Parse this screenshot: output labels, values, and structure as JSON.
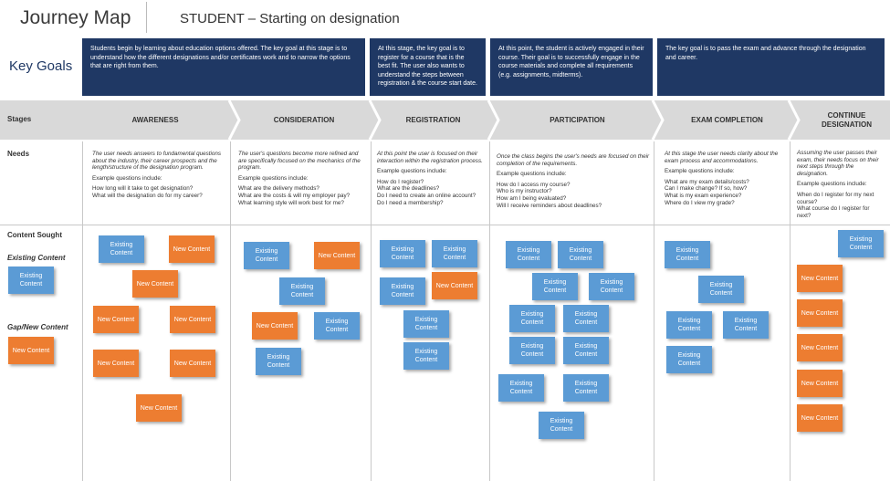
{
  "header": {
    "title": "Journey Map",
    "subtitle": "STUDENT – Starting on designation"
  },
  "key_goals": {
    "label": "Key Goals",
    "goals": [
      "Students begin by learning about education options offered. The key goal at this stage is to understand how the different designations and/or certificates work and to narrow the options that are right from them.",
      "At this stage, the key goal is to register for a course that is the best fit. The user also wants to understand the steps between registration & the course start date.",
      "At this point, the student is actively engaged in their course. Their goal is to successfully engage in the course materials and complete all requirements (e.g. assignments, midterms).",
      "The key goal is to pass the exam and advance through the designation and career."
    ]
  },
  "stages": {
    "label": "Stages",
    "items": [
      "AWARENESS",
      "CONSIDERATION",
      "REGISTRATION",
      "PARTICIPATION",
      "EXAM COMPLETION",
      "CONTINUE DESIGNATION"
    ]
  },
  "needs": {
    "label": "Needs",
    "columns": [
      {
        "desc": "The user needs answers to fundamental questions about the industry, their career prospects and the length/structure of the designation program.",
        "example": "Example questions include:",
        "questions": "How long will it take to get designation?\nWhat will the designation do for my career?"
      },
      {
        "desc": "The user's questions become more refined and are specifically focused on the mechanics of the program.",
        "example": "Example questions include:",
        "questions": "What are the delivery methods?\nWhat are the costs & will my employer pay?\nWhat learning style will work best for me?"
      },
      {
        "desc": "At this point the user is focused on their interaction within the registration process.",
        "example": "Example questions include:",
        "questions": "How do I register?\nWhat are the deadlines?\nDo I need to create an online account?\nDo I need a membership?"
      },
      {
        "desc": "Once the class begins the user's needs are focused on their completion of the requirements.",
        "example": "Example questions include:",
        "questions": "How do I access my course?\nWho is my instructor?\nHow am I being evaluated?\nWill I receive reminders about deadlines?"
      },
      {
        "desc": "At this stage the user needs clarity about the exam process and accommodations.",
        "example": "Example questions include:",
        "questions": "What are my exam details/costs?\nCan I make change? If so, how?\nWhat is my exam experience?\nWhere do I view my grade?"
      },
      {
        "desc": "Assuming the user passes their exam, their needs focus on their next steps through the designation.",
        "example": "Example questions include:",
        "questions": "When do I register for my next course?\nWhat course do I register for next?"
      }
    ]
  },
  "content": {
    "label": "Content Sought",
    "existing_label": "Existing Content",
    "new_label": "Gap/New Content",
    "existing_card": "Existing Content",
    "new_card": "New Content"
  },
  "colors": {
    "goal_bg": "#1f3864",
    "existing": "#5b9bd5",
    "new": "#ed7d31",
    "stage_band": "#d9d9d9"
  }
}
